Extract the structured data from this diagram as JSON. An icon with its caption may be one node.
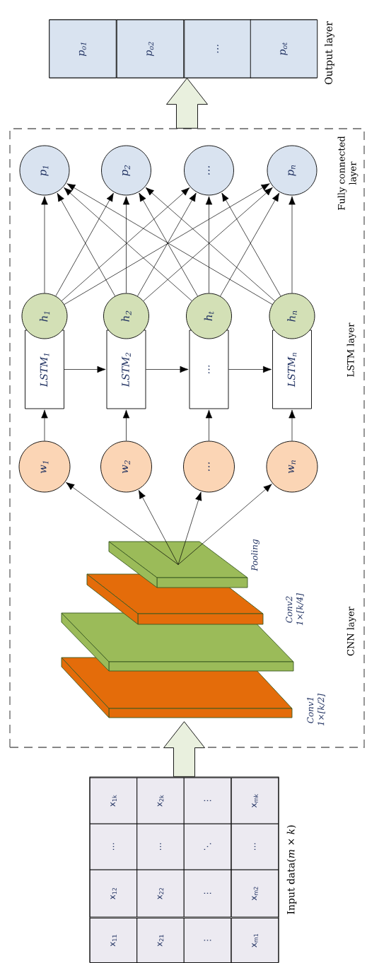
{
  "diagram": {
    "nodes": [
      {
        "text": [
          "Input data(*m* × *k*)"
        ]
      },
      {
        "text": [
          "x$_{11}$"
        ],
        "in": 0
      },
      {
        "text": [
          "x$_{12}$"
        ],
        "in": 0
      },
      {
        "text": [
          "…"
        ],
        "in": 0
      },
      {
        "text": [
          "x$_{1k}$"
        ],
        "in": 0
      },
      {
        "text": [
          "x$_{21}$"
        ],
        "in": 0
      },
      {
        "text": [
          "x$_{22}$"
        ],
        "in": 0
      },
      {
        "text": [
          "…"
        ],
        "in": 0
      },
      {
        "text": [
          "x$_{2k}$"
        ],
        "in": 0
      },
      {
        "text": [
          "⋮"
        ],
        "in": 0
      },
      {
        "text": [
          "⋮"
        ],
        "in": 0
      },
      {
        "text": [
          "⋱"
        ],
        "in": 0
      },
      {
        "text": [
          "⋮"
        ],
        "in": 0
      },
      {
        "text": [
          "x$_{m1}$"
        ],
        "in": 0
      },
      {
        "text": [
          "x$_{m2}$"
        ],
        "in": 0
      },
      {
        "text": [
          "…"
        ],
        "in": 0
      },
      {
        "text": [
          "x$_{mk}$"
        ],
        "in": 0
      },
      {
        "text": [],
        "shape": "box"
      },
      {
        "text": [
          "Conv1 1×[k/2]"
        ],
        "in": 17
      },
      {
        "text": [],
        "shape": "box",
        "in": 17
      },
      {
        "text": [
          "Conv2 1×[k/4]"
        ],
        "in": 17
      },
      {
        "text": [
          "Pooling"
        ],
        "in": 17
      },
      {
        "text": [
          "w$_{1}$"
        ],
        "in": 17
      },
      {
        "text": [
          "w$_{2}$"
        ],
        "in": 17
      },
      {
        "text": [
          "…"
        ],
        "in": 17
      },
      {
        "text": [
          "w$_{n}$"
        ],
        "in": 17
      },
      {
        "text": [
          "LSTM$_{1}$"
        ],
        "in": 17
      },
      {
        "text": [
          "LSTM$_{2}$"
        ],
        "in": 17
      },
      {
        "text": [
          "…"
        ],
        "in": 17
      },
      {
        "text": [
          "LSTM$_{n}$"
        ],
        "in": 17
      },
      {
        "text": [
          "h$_{1}$"
        ],
        "in": 17
      },
      {
        "text": [
          "h$_{2}$"
        ],
        "in": 17
      },
      {
        "text": [
          "h$_{t}$"
        ],
        "in": 17
      },
      {
        "text": [
          "h$_{n}$"
        ],
        "in": 17
      },
      {
        "text": [
          "p$_{1}$"
        ],
        "in": 17
      },
      {
        "text": [
          "p$_{2}$"
        ],
        "in": 17
      },
      {
        "text": [
          "…"
        ],
        "in": 17
      },
      {
        "text": [
          "p$_{n}$"
        ],
        "in": 17
      },
      {
        "text": [
          "Output layer"
        ]
      },
      {
        "text": [
          "p$_{o1}$"
        ],
        "in": 38
      },
      {
        "text": [
          "p$_{o2}$"
        ],
        "in": 38
      },
      {
        "text": [
          "…"
        ],
        "in": 38
      },
      {
        "text": [
          "p$_{ot}$"
        ],
        "in": 38
      }
    ],
    "edges": [
      {
        "from": 0,
        "to": 17,
        "arrow": "to",
        "style": "thick"
      },
      {
        "from": 17,
        "to": 38,
        "arrow": "to",
        "style": "thick"
      },
      {
        "from": 21,
        "to": 22,
        "arrow": "to"
      },
      {
        "from": 21,
        "to": 23,
        "arrow": "to"
      },
      {
        "from": 21,
        "to": 24,
        "arrow": "to"
      },
      {
        "from": 21,
        "to": 25,
        "arrow": "to"
      },
      {
        "from": 22,
        "to": 26,
        "arrow": "to"
      },
      {
        "from": 23,
        "to": 27,
        "arrow": "to"
      },
      {
        "from": 24,
        "to": 28,
        "arrow": "to"
      },
      {
        "from": 25,
        "to": 29,
        "arrow": "to"
      },
      {
        "from": 26,
        "to": 27,
        "arrow": "to"
      },
      {
        "from": 27,
        "to": 28,
        "arrow": "to"
      },
      {
        "from": 28,
        "to": 29,
        "arrow": "to"
      },
      {
        "from": 30,
        "to": 34,
        "arrow": "to"
      },
      {
        "from": 30,
        "to": 35,
        "arrow": "to"
      },
      {
        "from": 30,
        "to": 36,
        "arrow": "to"
      },
      {
        "from": 30,
        "to": 37,
        "arrow": "to"
      },
      {
        "from": 31,
        "to": 34,
        "arrow": "to"
      },
      {
        "from": 31,
        "to": 35,
        "arrow": "to"
      },
      {
        "from": 31,
        "to": 36,
        "arrow": "to"
      },
      {
        "from": 31,
        "to": 37,
        "arrow": "to"
      },
      {
        "from": 32,
        "to": 34,
        "arrow": "to"
      },
      {
        "from": 32,
        "to": 35,
        "arrow": "to"
      },
      {
        "from": 32,
        "to": 36,
        "arrow": "to"
      },
      {
        "from": 32,
        "to": 37,
        "arrow": "to"
      },
      {
        "from": 33,
        "to": 34,
        "arrow": "to"
      },
      {
        "from": 33,
        "to": 35,
        "arrow": "to"
      },
      {
        "from": 33,
        "to": 36,
        "arrow": "to"
      },
      {
        "from": 33,
        "to": 37,
        "arrow": "to"
      }
    ],
    "labels": [
      "CNN layer",
      "LSTM layer",
      "Fully connected layer"
    ]
  }
}
